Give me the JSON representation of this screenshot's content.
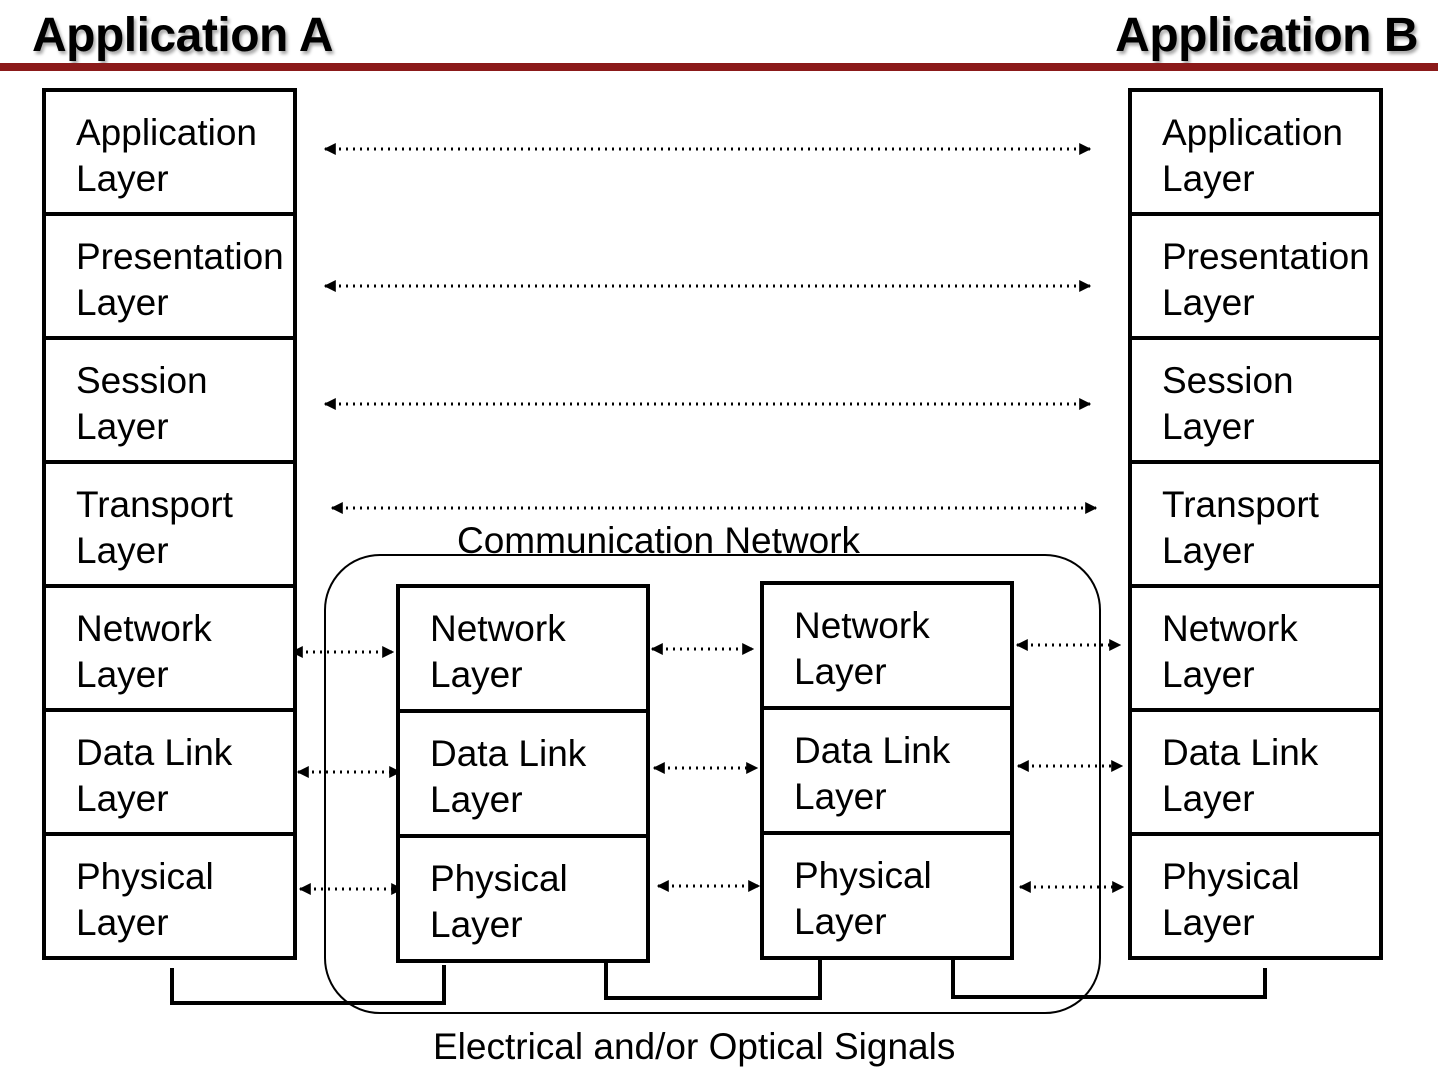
{
  "header": {
    "left_title": "Application A",
    "right_title": "Application B",
    "rule_color": "#8B1A1A"
  },
  "stacks": {
    "left": [
      "Application\nLayer",
      "Presentation\nLayer",
      "Session\nLayer",
      "Transport\nLayer",
      "Network\nLayer",
      "Data Link\nLayer",
      "Physical\nLayer"
    ],
    "router1": [
      "Network\nLayer",
      "Data Link\nLayer",
      "Physical\nLayer"
    ],
    "router2": [
      "Network\nLayer",
      "Data Link\nLayer",
      "Physical\nLayer"
    ],
    "right": [
      "Application\nLayer",
      "Presentation\nLayer",
      "Session\nLayer",
      "Transport\nLayer",
      "Network\nLayer",
      "Data Link\nLayer",
      "Physical\nLayer"
    ]
  },
  "labels": {
    "network": "Communication Network",
    "signals": "Electrical and/or Optical Signals"
  }
}
